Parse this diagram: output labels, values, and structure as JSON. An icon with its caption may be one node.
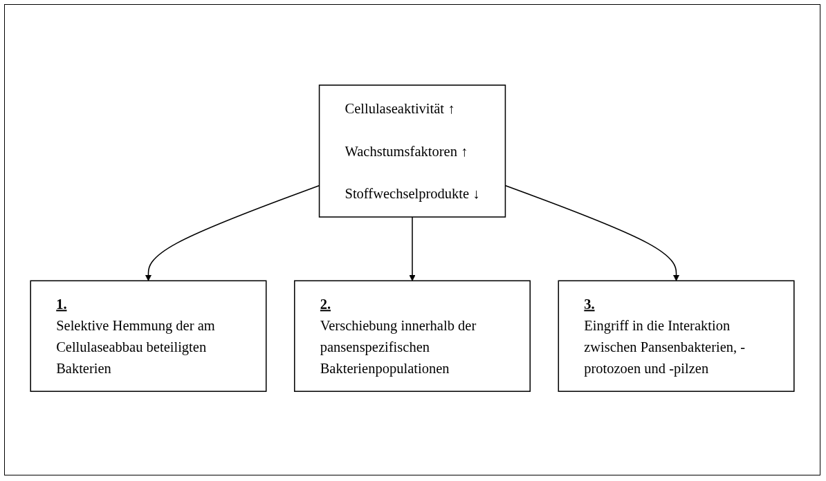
{
  "diagram": {
    "nodes": [
      {
        "text": [
          "Cellulaseaktivität ↑",
          "Wachstumsfaktoren ↑",
          "Stoffwechselprodukte ↓"
        ]
      },
      {
        "text": [
          "1.",
          "Selektive Hemmung der am Cellulaseabbau beteiligten Bakterien"
        ]
      },
      {
        "text": [
          "2.",
          "Verschiebung innerhalb der pansenspezifischen Bakterienpopulationen"
        ]
      },
      {
        "text": [
          "3.",
          "Eingriff in die Interaktion zwischen Pansenbakterien, -protozoen und -pilzen"
        ]
      }
    ],
    "edges": [
      {
        "from": 0,
        "to": 1,
        "arrow": "to"
      },
      {
        "from": 0,
        "to": 2,
        "arrow": "to"
      },
      {
        "from": 0,
        "to": 3,
        "arrow": "to"
      }
    ]
  }
}
